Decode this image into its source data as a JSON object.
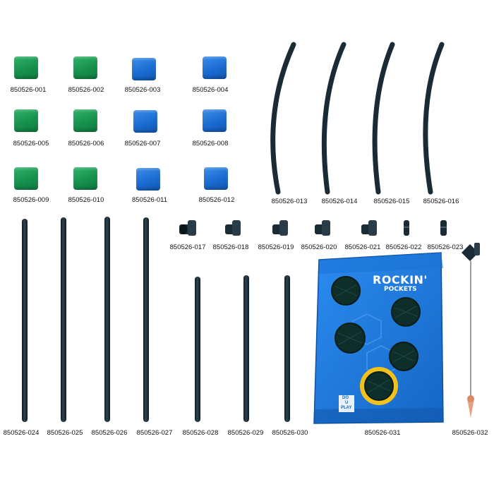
{
  "parts": {
    "bag_001": "850526-001",
    "bag_002": "850526-002",
    "bag_003": "850526-003",
    "bag_004": "850526-004",
    "bag_005": "850526-005",
    "bag_006": "850526-006",
    "bag_007": "850526-007",
    "bag_008": "850526-008",
    "bag_009": "850526-009",
    "bag_010": "850526-010",
    "bag_011": "850526-011",
    "bag_012": "850526-012",
    "arc_013": "850526-013",
    "arc_014": "850526-014",
    "arc_015": "850526-015",
    "arc_016": "850526-016",
    "conn_017": "850526-017",
    "conn_018": "850526-018",
    "conn_019": "850526-019",
    "conn_020": "850526-020",
    "conn_021": "850526-021",
    "conn_022": "850526-022",
    "conn_023": "850526-023",
    "pole_024": "850526-024",
    "pole_025": "850526-025",
    "pole_026": "850526-026",
    "pole_027": "850526-027",
    "pole_028": "850526-028",
    "pole_029": "850526-029",
    "pole_030": "850526-030",
    "target_031": "850526-031",
    "plumb_032": "850526-032"
  },
  "target_board": {
    "brand_line1": "ROCKIN'",
    "brand_line2": "POCKETS",
    "badge_line1": "DO",
    "badge_line2": "U",
    "badge_line3": "PLAY"
  },
  "colors": {
    "bag_green": "#17914d",
    "bag_blue": "#1a6cd2",
    "pole": "#1b2b35",
    "board_blue": "#1f7fe0",
    "ring_yellow": "#f2c21b"
  },
  "icons": [
    "bean-bag-icon",
    "curved-tube-icon",
    "connector-icon",
    "straight-pole-icon",
    "target-board-icon",
    "plumb-bob-icon"
  ]
}
